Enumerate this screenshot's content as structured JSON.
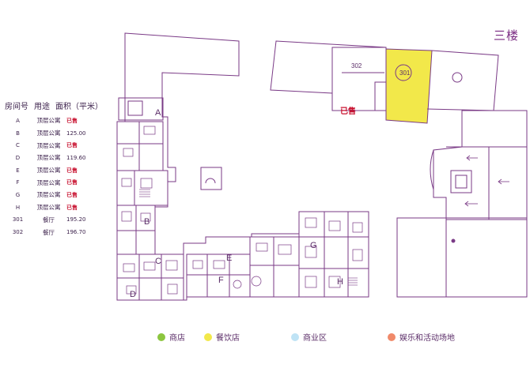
{
  "floor_title": "三楼",
  "table": {
    "headers": [
      "房间号",
      "用途",
      "面积（平米）"
    ],
    "rows": [
      {
        "room": "A",
        "use": "顶层公寓",
        "area": "已售",
        "sold": true
      },
      {
        "room": "B",
        "use": "顶层公寓",
        "area": "125.00",
        "sold": false
      },
      {
        "room": "C",
        "use": "顶层公寓",
        "area": "已售",
        "sold": true
      },
      {
        "room": "D",
        "use": "顶层公寓",
        "area": "119.60",
        "sold": false
      },
      {
        "room": "E",
        "use": "顶层公寓",
        "area": "已售",
        "sold": true
      },
      {
        "room": "F",
        "use": "顶层公寓",
        "area": "已售",
        "sold": true
      },
      {
        "room": "G",
        "use": "顶层公寓",
        "area": "已售",
        "sold": true
      },
      {
        "room": "H",
        "use": "顶层公寓",
        "area": "已售",
        "sold": true
      },
      {
        "room": "301",
        "use": "餐厅",
        "area": "195.20",
        "sold": false
      },
      {
        "room": "302",
        "use": "餐厅",
        "area": "196.70",
        "sold": false
      }
    ]
  },
  "map_labels": {
    "A": "A",
    "B": "B",
    "C": "C",
    "D": "D",
    "E": "E",
    "F": "F",
    "G": "G",
    "H": "H",
    "r301": "301",
    "r302": "302",
    "sold": "已售"
  },
  "legend": [
    {
      "label": "商店",
      "color": "#8cc63f"
    },
    {
      "label": "餐饮店",
      "color": "#f2e84a"
    },
    {
      "label": "商业区",
      "color": "#bfe3f5"
    },
    {
      "label": "娱乐和活动场地",
      "color": "#f08a6a"
    }
  ],
  "colors": {
    "outline": "#7a3a86",
    "restaurant_fill": "#f2e84a",
    "sold_text": "#c8102e"
  }
}
